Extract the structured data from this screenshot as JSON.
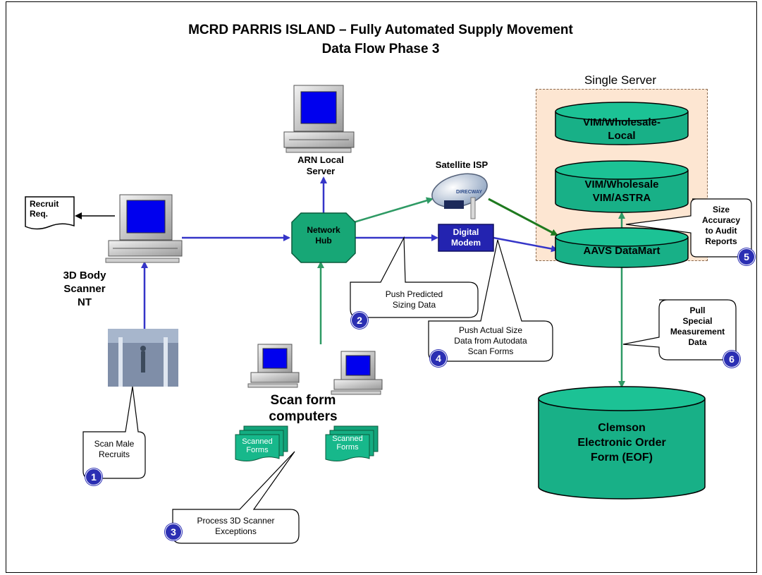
{
  "title": {
    "line1": "MCRD PARRIS ISLAND – Fully Automated Supply Movement",
    "line2": "Data Flow Phase 3"
  },
  "single_server": {
    "label": "Single Server"
  },
  "databases": {
    "vim_local": "VIM/Wholesale-\nLocal",
    "vim_astra": "VIM/Wholesale\nVIM/ASTRA",
    "aavs": "AAVS DataMart",
    "clemson": "Clemson\nElectronic Order\nForm (EOF)"
  },
  "nodes": {
    "arn_server": "ARN Local\nServer",
    "satellite_isp": "Satellite ISP",
    "satellite_brand": "DIRECWAY",
    "network_hub": "Network\nHub",
    "digital_modem": "Digital\nModem",
    "recruit_req": "Recruit\nReq.",
    "body_scanner": "3D Body\nScanner\nNT",
    "scan_form_computers": "Scan form\ncomputers",
    "scanned_forms": "Scanned\nForms"
  },
  "callouts": {
    "c1": {
      "number": "1",
      "text": "Scan Male\nRecruits"
    },
    "c2": {
      "number": "2",
      "text": "Push Predicted\nSizing Data"
    },
    "c3": {
      "number": "3",
      "text": "Process 3D Scanner\nExceptions"
    },
    "c4": {
      "number": "4",
      "text": "Push Actual Size\nData from Autodata\nScan Forms"
    },
    "c5": {
      "number": "5",
      "text": "Size\nAccuracy\nto Audit\nReports"
    },
    "c6": {
      "number": "6",
      "text": "Pull\nSpecial\nMeasurement\nData"
    }
  },
  "colors": {
    "flow_blue": "#3535c8",
    "flow_green": "#2e9a64",
    "flow_dark_green": "#1f7a1f",
    "db_fill": "#18b087",
    "server_box_fill": "#fde6d2",
    "hub_fill": "#17a776",
    "modem_fill": "#2323b0",
    "badge_fill": "#2b2fb3",
    "screen_blue": "#0000ee"
  }
}
